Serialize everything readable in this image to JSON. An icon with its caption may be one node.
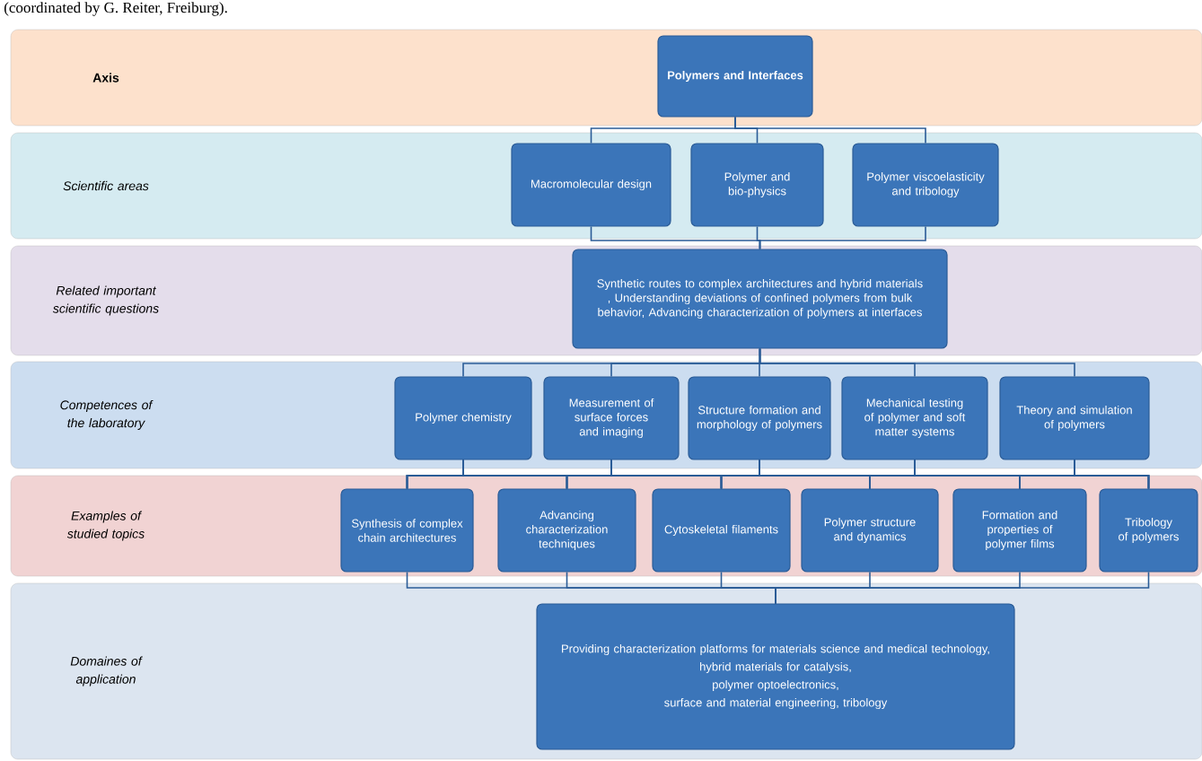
{
  "diagram": {
    "nodes": [
      {
        "text": [
          "Axis"
        ]
      },
      {
        "text": [
          "Polymers and Interfaces"
        ],
        "in": 0
      },
      {
        "text": [
          "Scientific areas"
        ]
      },
      {
        "text": [
          "Macromolecular design"
        ],
        "in": 2
      },
      {
        "text": [
          "Polymer and bio-physics"
        ],
        "in": 2
      },
      {
        "text": [
          "Polymer viscoelasticity and tribology"
        ],
        "in": 2
      },
      {
        "text": [
          "Related important scientific questions"
        ]
      },
      {
        "text": [
          "Synthetic routes to complex architectures and hybrid materials , Understanding deviations of confined polymers from bulk behavior, Advancing characterization of polymers at interfaces"
        ],
        "in": 6
      },
      {
        "text": [
          "Competences of the laboratory"
        ]
      },
      {
        "text": [
          "Polymer chemistry"
        ],
        "in": 8
      },
      {
        "text": [
          "Measurement of surface forces and imaging"
        ],
        "in": 8
      },
      {
        "text": [
          "Structure formation and morphology of polymers"
        ],
        "in": 8
      },
      {
        "text": [
          "Mechanical testing of polymer and soft matter systems"
        ],
        "in": 8
      },
      {
        "text": [
          "Theory and simulation of polymers"
        ],
        "in": 8
      },
      {
        "text": [
          "Examples of studied topics"
        ]
      },
      {
        "text": [
          "Synthesis of complex chain architectures"
        ],
        "in": 14
      },
      {
        "text": [
          "Advancing characterization techniques"
        ],
        "in": 14
      },
      {
        "text": [
          "Cytoskeletal filaments"
        ],
        "in": 14
      },
      {
        "text": [
          "Polymer structure and dynamics"
        ],
        "in": 14
      },
      {
        "text": [
          "Formation and properties of polymer films"
        ],
        "in": 14
      },
      {
        "text": [
          "Tribology of polymers"
        ],
        "in": 14
      },
      {
        "text": [
          "Domaines of application"
        ]
      },
      {
        "text": [
          "Providing characterization platforms for materials science and medical technology,",
          "hybrid materials for catalysis,",
          "polymer optoelectronics,",
          "surface and material engineering, tribology"
        ],
        "in": 21
      }
    ],
    "edges": [
      {
        "from": 1,
        "to": 3,
        "arrow": "none"
      },
      {
        "from": 1,
        "to": 4,
        "arrow": "none"
      },
      {
        "from": 1,
        "to": 5,
        "arrow": "none"
      },
      {
        "from": 3,
        "to": 7,
        "arrow": "none"
      },
      {
        "from": 4,
        "to": 7,
        "arrow": "none"
      },
      {
        "from": 5,
        "to": 7,
        "arrow": "none"
      },
      {
        "from": 7,
        "to": 9,
        "arrow": "none"
      },
      {
        "from": 7,
        "to": 10,
        "arrow": "none"
      },
      {
        "from": 7,
        "to": 11,
        "arrow": "none"
      },
      {
        "from": 7,
        "to": 12,
        "arrow": "none"
      },
      {
        "from": 7,
        "to": 13,
        "arrow": "none"
      },
      {
        "from": 9,
        "to": 15,
        "arrow": "none"
      },
      {
        "from": 9,
        "to": 16,
        "arrow": "none"
      },
      {
        "from": 9,
        "to": 17,
        "arrow": "none"
      },
      {
        "from": 9,
        "to": 18,
        "arrow": "none"
      },
      {
        "from": 9,
        "to": 19,
        "arrow": "none"
      },
      {
        "from": 9,
        "to": 20,
        "arrow": "none"
      },
      {
        "from": 10,
        "to": 15,
        "arrow": "none"
      },
      {
        "from": 10,
        "to": 16,
        "arrow": "none"
      },
      {
        "from": 10,
        "to": 17,
        "arrow": "none"
      },
      {
        "from": 10,
        "to": 18,
        "arrow": "none"
      },
      {
        "from": 10,
        "to": 19,
        "arrow": "none"
      },
      {
        "from": 10,
        "to": 20,
        "arrow": "none"
      },
      {
        "from": 11,
        "to": 15,
        "arrow": "none"
      },
      {
        "from": 11,
        "to": 16,
        "arrow": "none"
      },
      {
        "from": 11,
        "to": 17,
        "arrow": "none"
      },
      {
        "from": 11,
        "to": 18,
        "arrow": "none"
      },
      {
        "from": 11,
        "to": 19,
        "arrow": "none"
      },
      {
        "from": 11,
        "to": 20,
        "arrow": "none"
      },
      {
        "from": 12,
        "to": 15,
        "arrow": "none"
      },
      {
        "from": 12,
        "to": 16,
        "arrow": "none"
      },
      {
        "from": 12,
        "to": 17,
        "arrow": "none"
      },
      {
        "from": 12,
        "to": 18,
        "arrow": "none"
      },
      {
        "from": 12,
        "to": 19,
        "arrow": "none"
      },
      {
        "from": 12,
        "to": 20,
        "arrow": "none"
      },
      {
        "from": 13,
        "to": 15,
        "arrow": "none"
      },
      {
        "from": 13,
        "to": 16,
        "arrow": "none"
      },
      {
        "from": 13,
        "to": 17,
        "arrow": "none"
      },
      {
        "from": 13,
        "to": 18,
        "arrow": "none"
      },
      {
        "from": 13,
        "to": 19,
        "arrow": "none"
      },
      {
        "from": 13,
        "to": 20,
        "arrow": "none"
      },
      {
        "from": 15,
        "to": 22,
        "arrow": "none"
      },
      {
        "from": 16,
        "to": 22,
        "arrow": "none"
      },
      {
        "from": 17,
        "to": 22,
        "arrow": "none"
      },
      {
        "from": 18,
        "to": 22,
        "arrow": "none"
      },
      {
        "from": 19,
        "to": 22,
        "arrow": "none"
      },
      {
        "from": 20,
        "to": 22,
        "arrow": "none"
      }
    ],
    "labels": [
      "(coordinated by G. Reiter, Freiburg)."
    ]
  }
}
